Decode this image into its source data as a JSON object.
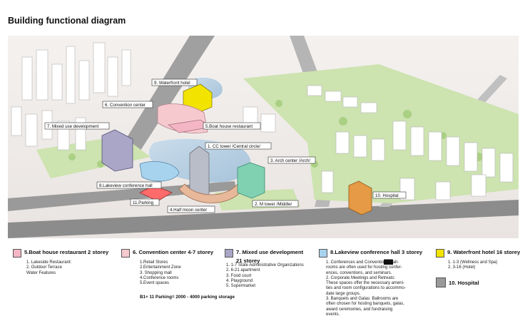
{
  "title": "Building functional diagram",
  "map_labels": [
    {
      "id": "waterfront",
      "text": "9. Waterfront hotel"
    },
    {
      "id": "convention",
      "text": "6. Convention center"
    },
    {
      "id": "mixed",
      "text": "7. Mixed use development"
    },
    {
      "id": "boathouse",
      "text": "5.Boat house restaurant"
    },
    {
      "id": "cctower",
      "text": "1. CC tower /Central circle/"
    },
    {
      "id": "arch",
      "text": "3. Arch center /Arch/"
    },
    {
      "id": "lakeview",
      "text": "8.Lakeview conference hall"
    },
    {
      "id": "hospital",
      "text": "10. Hospital"
    },
    {
      "id": "parking",
      "text": "11.Parking"
    },
    {
      "id": "mtower",
      "text": "2. M tower /Middle/"
    },
    {
      "id": "halfmoon",
      "text": "4.Half moon center"
    }
  ],
  "colors": {
    "boathouse": "#f4b6c4",
    "convention": "#f6c9cf",
    "mixed": "#a9a6c8",
    "lakeview": "#a8d3ee",
    "waterfront": "#f2e400",
    "hospital": "#9a9a9a",
    "arch": "#7fd1b2",
    "parking": "#ff6a6a",
    "halfmoon": "#e8b89a",
    "orange": "#e69a45"
  },
  "legend": [
    {
      "id": "boathouse",
      "label": "5.Boat house restaurant 2 storey",
      "items": [
        "1. Lakeside Restaurant:",
        "2. Outdoor Terrace",
        "Water Features"
      ]
    },
    {
      "id": "convention",
      "label": "6. Convention center 4-7 storey",
      "items": [
        "1.Retail Stores",
        "2.Entertainment Zone",
        "3. Shopping mall",
        "4.Conference rooms",
        "5.Event spaces"
      ]
    },
    {
      "id": "mixed",
      "label": "7. Mixed use development",
      "label2": "21 storey",
      "items": [
        "1.  1-7   State Administrative Organizations",
        "2.  6-21 apartment",
        "3.  Food court",
        "4.  Playground",
        "5.  Supermarket"
      ]
    },
    {
      "id": "lakeview",
      "label": "8.Lakeview conference hall 3 storey",
      "items_a": "1. Conferences and Conventio",
      "items_b": "all-",
      "items": [
        "rooms are often used for hosting confer-",
        "ences, conventions, and seminars.",
        "  2. Corporate Meetings and Retreats:",
        "These spaces offer the necessary ameni-",
        "ties and room configurations to accommo-",
        "date large groups.",
        "  3. Banquets and Galas: Ballrooms are",
        "often chosen for hosting banquets, galas,",
        "award ceremonies, and fundraising",
        "events."
      ]
    },
    {
      "id": "waterfront",
      "label": "9. Waterfront hotel 16 storey",
      "items": [
        "1.   1-3 (Wellness and Spa)",
        "2.   3-16 (Hotel)"
      ]
    },
    {
      "id": "hospital",
      "label": "10. Hospital",
      "items": []
    }
  ],
  "parking_note": "B1+ 11 Parking= 2000 - 4000 parking storage"
}
